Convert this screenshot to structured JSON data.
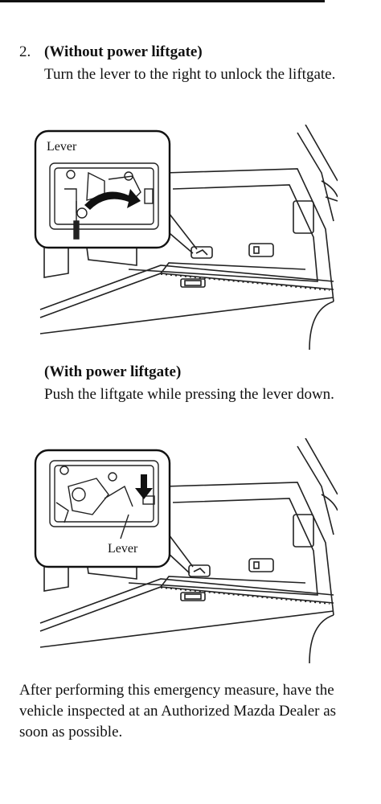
{
  "step": {
    "number": "2.",
    "without_power": {
      "heading": "(Without power liftgate)",
      "text": "Turn the lever to the right to unlock the liftgate.",
      "callout_label": "Lever"
    },
    "with_power": {
      "heading": "(With power liftgate)",
      "text": "Push the liftgate while pressing the lever down.",
      "callout_label": "Lever"
    }
  },
  "note": "After performing this emergency measure, have the vehicle inspected at an Authorized Mazda Dealer as soon as possible."
}
